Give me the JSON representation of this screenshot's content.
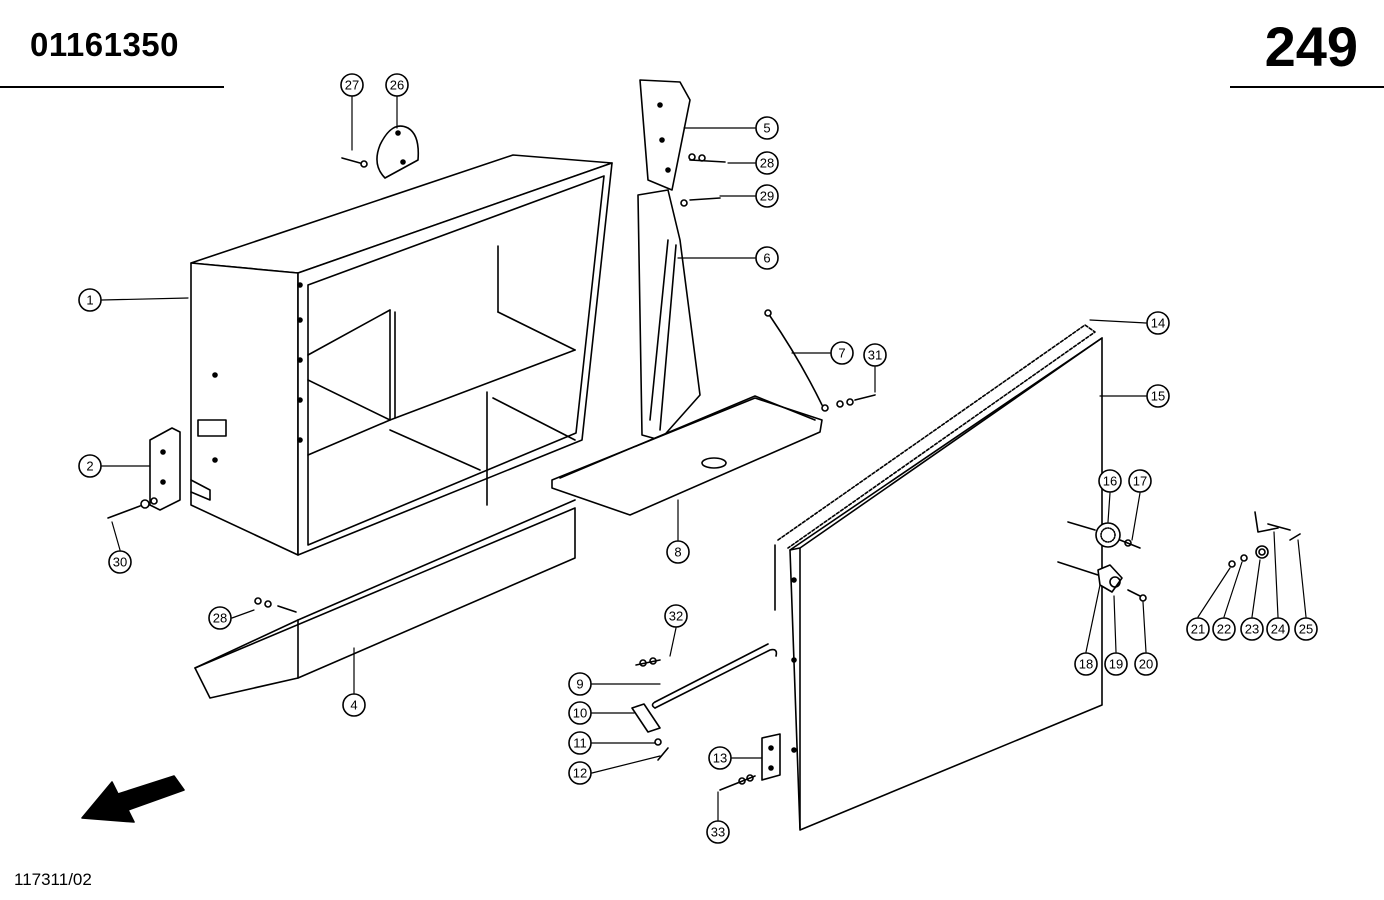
{
  "header": {
    "part_number": "01161350",
    "page_number": "249"
  },
  "footer": {
    "drawing_reference": "117311/02"
  },
  "callouts": [
    {
      "label": "1"
    },
    {
      "label": "2"
    },
    {
      "label": "4"
    },
    {
      "label": "5"
    },
    {
      "label": "6"
    },
    {
      "label": "7"
    },
    {
      "label": "8"
    },
    {
      "label": "9"
    },
    {
      "label": "10"
    },
    {
      "label": "11"
    },
    {
      "label": "12"
    },
    {
      "label": "13"
    },
    {
      "label": "14"
    },
    {
      "label": "15"
    },
    {
      "label": "16"
    },
    {
      "label": "17"
    },
    {
      "label": "18"
    },
    {
      "label": "19"
    },
    {
      "label": "20"
    },
    {
      "label": "21"
    },
    {
      "label": "22"
    },
    {
      "label": "23"
    },
    {
      "label": "24"
    },
    {
      "label": "25"
    },
    {
      "label": "26"
    },
    {
      "label": "27"
    },
    {
      "label": "28"
    },
    {
      "label": "28"
    },
    {
      "label": "29"
    },
    {
      "label": "30"
    },
    {
      "label": "31"
    },
    {
      "label": "32"
    },
    {
      "label": "33"
    }
  ],
  "icons": {
    "direction_arrow": "direction-arrow-icon"
  }
}
